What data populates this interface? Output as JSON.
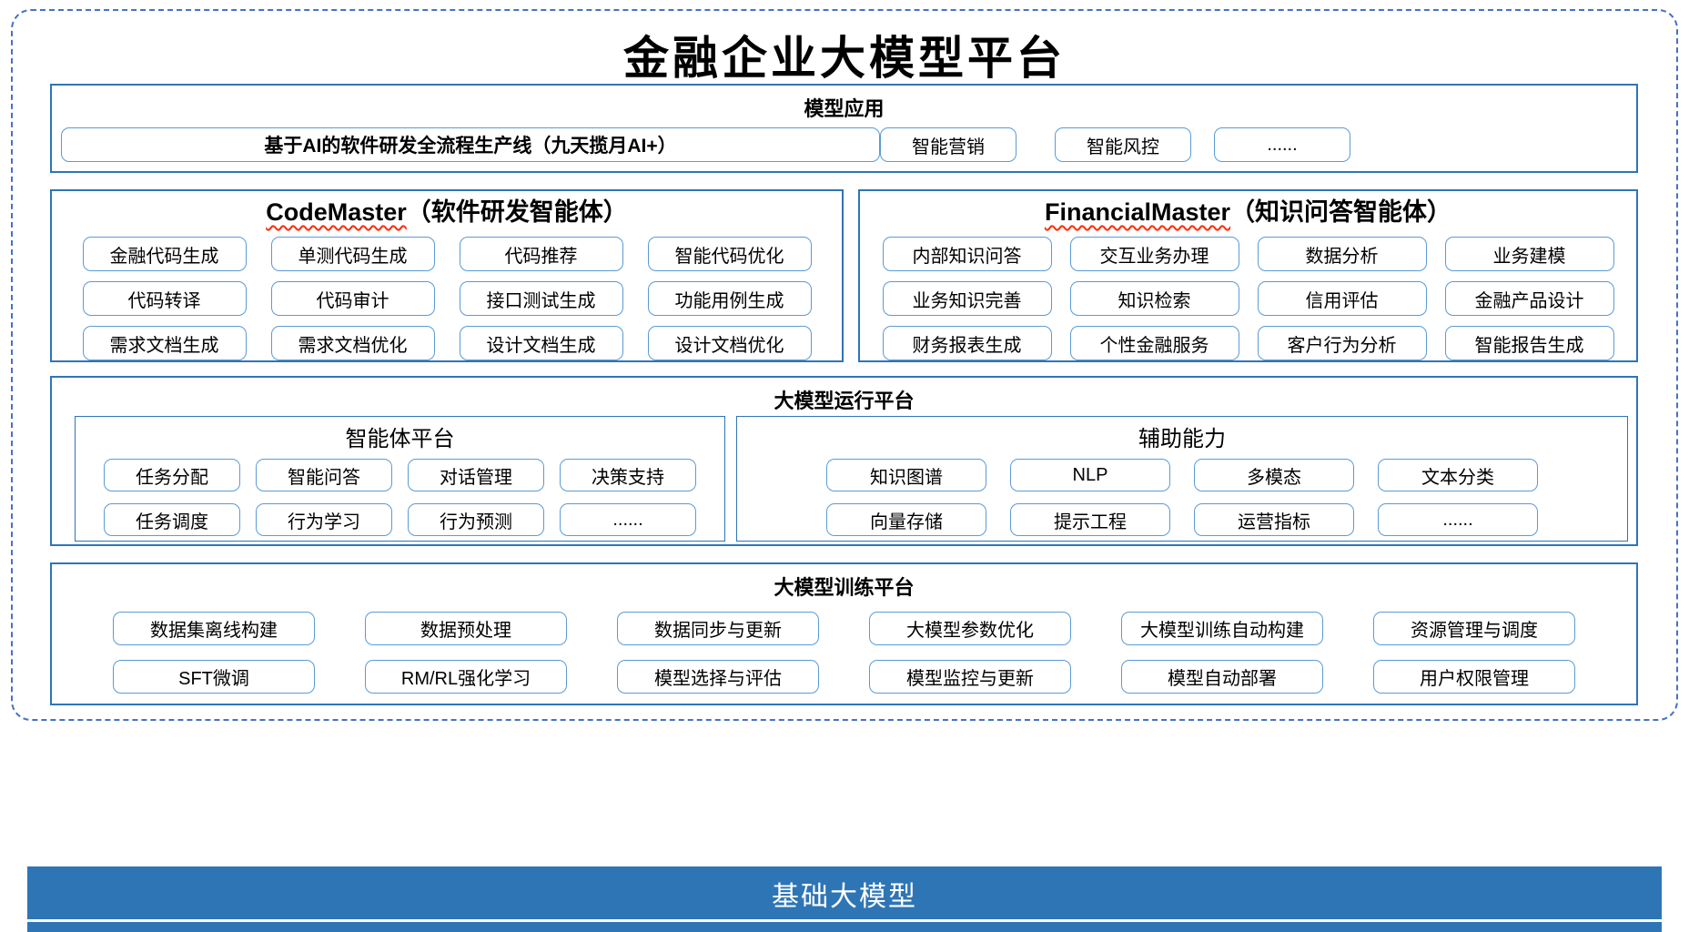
{
  "title": "金融企业大模型平台",
  "colors": {
    "section_border": "#2E75B6",
    "box_border": "#5B9BD5",
    "outer_dashed_border": "#4472C4",
    "foundation_bar_bg": "#2E75B6",
    "spellcheck_wave": "#FF2B06",
    "text": "#000000",
    "foundation_text": "#FFFFFF"
  },
  "model_app": {
    "header": "模型应用",
    "pipeline_box": "基于AI的软件研发全流程生产线（九天揽月AI+）",
    "boxes": [
      "智能营销",
      "智能风控",
      "......"
    ]
  },
  "code_master": {
    "header_en": "CodeMaster",
    "header_cn": "（软件研发智能体）",
    "boxes": [
      "金融代码生成",
      "单测代码生成",
      "代码推荐",
      "智能代码优化",
      "代码转译",
      "代码审计",
      "接口测试生成",
      "功能用例生成",
      "需求文档生成",
      "需求文档优化",
      "设计文档生成",
      "设计文档优化"
    ]
  },
  "financial_master": {
    "header_en": "FinancialMaster",
    "header_cn": "（知识问答智能体）",
    "boxes": [
      "内部知识问答",
      "交互业务办理",
      "数据分析",
      "业务建模",
      "业务知识完善",
      "知识检索",
      "信用评估",
      "金融产品设计",
      "财务报表生成",
      "个性金融服务",
      "客户行为分析",
      "智能报告生成"
    ]
  },
  "runtime": {
    "header": "大模型运行平台",
    "agent_platform": {
      "header": "智能体平台",
      "boxes": [
        "任务分配",
        "智能问答",
        "对话管理",
        "决策支持",
        "任务调度",
        "行为学习",
        "行为预测",
        "......"
      ]
    },
    "aux_ability": {
      "header": "辅助能力",
      "boxes": [
        "知识图谱",
        "NLP",
        "多模态",
        "文本分类",
        "向量存储",
        "提示工程",
        "运营指标",
        "......"
      ]
    }
  },
  "training": {
    "header": "大模型训练平台",
    "boxes": [
      "数据集离线构建",
      "数据预处理",
      "数据同步与更新",
      "大模型参数优化",
      "大模型训练自动构建",
      "资源管理与调度",
      "SFT微调",
      "RM/RL强化学习",
      "模型选择与评估",
      "模型监控与更新",
      "模型自动部署",
      "用户权限管理"
    ]
  },
  "foundation": {
    "label": "基础大模型"
  }
}
